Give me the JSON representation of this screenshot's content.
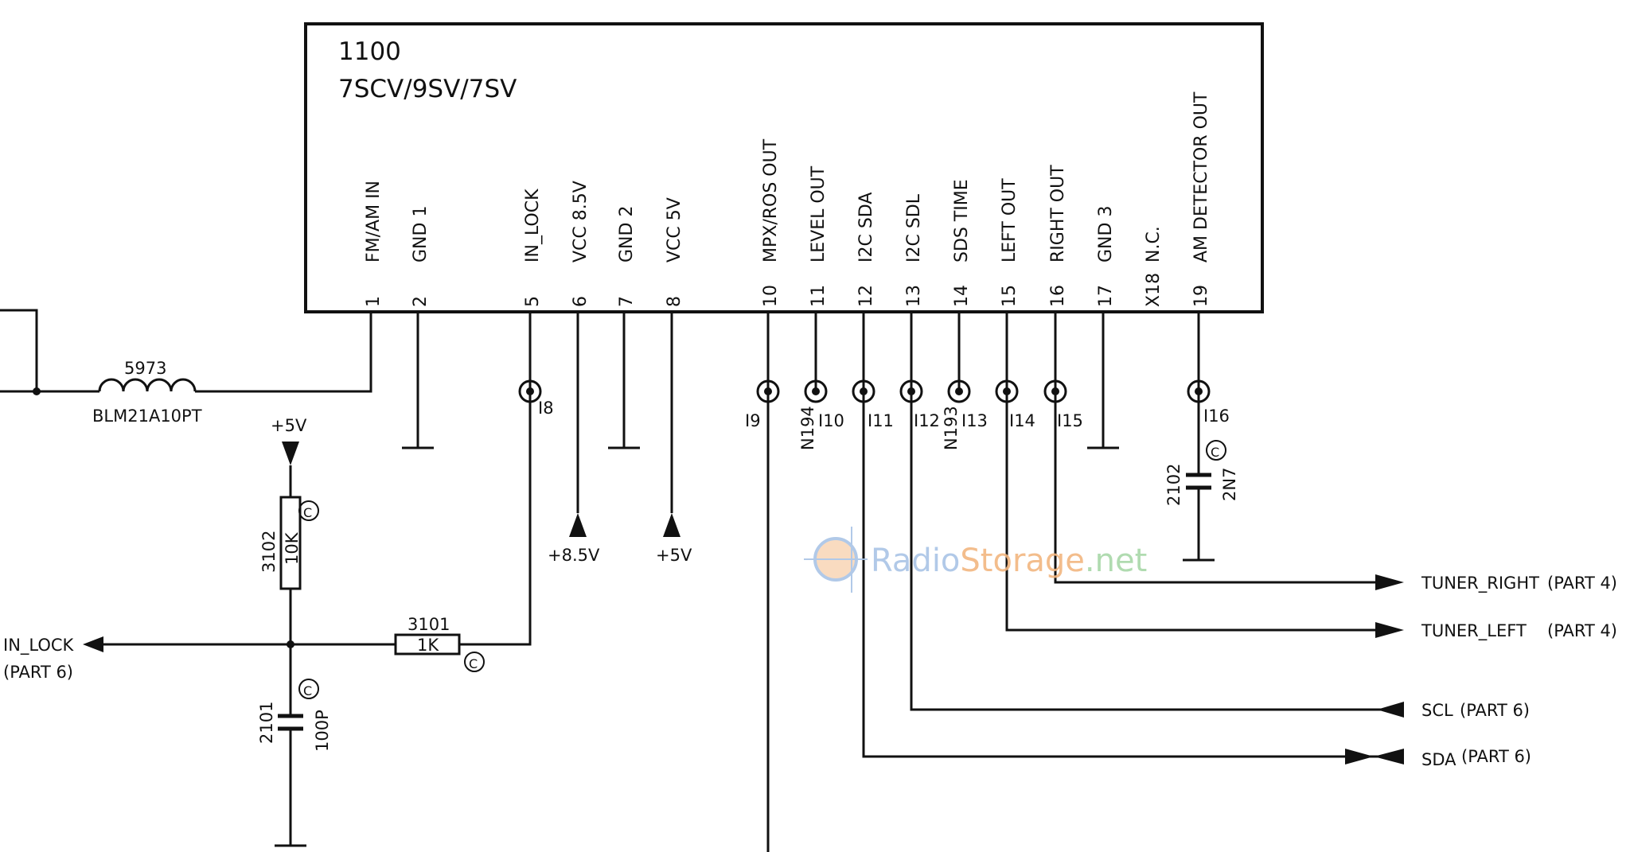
{
  "ic": {
    "ref": "1100",
    "type": "7SCV/9SV/7SV",
    "pins": [
      {
        "num": "1",
        "name": "FM/AM IN"
      },
      {
        "num": "2",
        "name": "GND 1"
      },
      {
        "num": "5",
        "name": "IN_LOCK"
      },
      {
        "num": "6",
        "name": "VCC 8.5V"
      },
      {
        "num": "7",
        "name": "GND 2"
      },
      {
        "num": "8",
        "name": "VCC 5V"
      },
      {
        "num": "10",
        "name": "MPX/ROS OUT"
      },
      {
        "num": "11",
        "name": "LEVEL OUT"
      },
      {
        "num": "12",
        "name": "I2C SDA"
      },
      {
        "num": "13",
        "name": "I2C SDL"
      },
      {
        "num": "14",
        "name": "SDS TIME"
      },
      {
        "num": "15",
        "name": "LEFT OUT"
      },
      {
        "num": "16",
        "name": "RIGHT OUT"
      },
      {
        "num": "17",
        "name": "GND 3"
      },
      {
        "num": "X18",
        "name": "N.C."
      },
      {
        "num": "19",
        "name": "AM DETECTOR OUT"
      }
    ]
  },
  "test_points": [
    "I8",
    "I9",
    "I10",
    "I11",
    "I12",
    "I13",
    "I14",
    "I15",
    "I16"
  ],
  "components": {
    "inductor": {
      "ref": "5973",
      "value": "BLM21A10PT"
    },
    "r_pullup": {
      "ref": "3102",
      "value": "10K"
    },
    "r_series": {
      "ref": "3101",
      "value": "1K"
    },
    "c_lock": {
      "ref": "2101",
      "value": "100P"
    },
    "c_am": {
      "ref": "2102",
      "value": "2N7"
    },
    "nodes": [
      "N194",
      "N193"
    ],
    "marker": "C"
  },
  "supplies": {
    "plus5v_top": "+5V",
    "plus85v": "+8.5V",
    "plus5v": "+5V"
  },
  "signals": {
    "in_lock": {
      "name": "IN_LOCK",
      "part": "(PART 6)"
    },
    "tuner_right": {
      "name": "TUNER_RIGHT",
      "part": "(PART 4)"
    },
    "tuner_left": {
      "name": "TUNER_LEFT",
      "part": "(PART 4)"
    },
    "scl": {
      "name": "SCL",
      "part": "(PART 6)"
    },
    "sda": {
      "name": "SDA",
      "part": "(PART 6)"
    }
  },
  "watermark": {
    "part1": "Radio",
    "part2": "Storage",
    "part3": ".net"
  },
  "colors": {
    "line": "#111111",
    "wm_blue": "#a9c4e6",
    "wm_orange": "#f2b680",
    "wm_green": "#a8d8a8"
  }
}
